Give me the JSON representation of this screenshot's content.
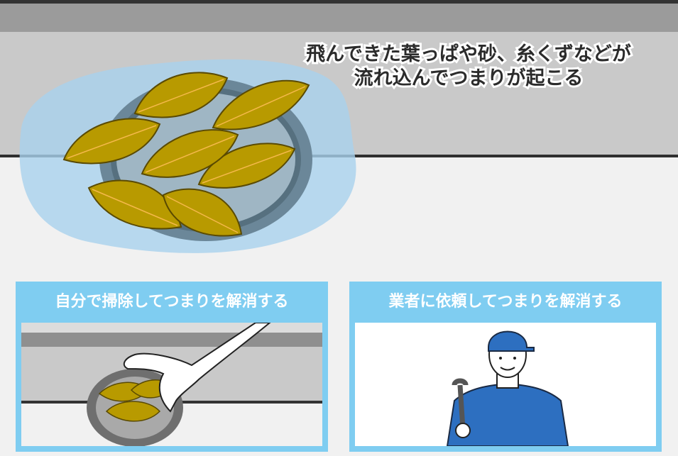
{
  "headline": {
    "line1": "飛んできた葉っぱや砂、糸くずなどが",
    "line2": "流れ込んでつまりが起こる"
  },
  "panels": [
    {
      "title": "自分で掃除してつまりを解消する"
    },
    {
      "title": "業者に依頼してつまりを解消する"
    }
  ],
  "colors": {
    "panel": "#7fcdf1",
    "leaf": "#b89a00",
    "water": "#bcdcf0",
    "counter": "#c9c9c9"
  }
}
